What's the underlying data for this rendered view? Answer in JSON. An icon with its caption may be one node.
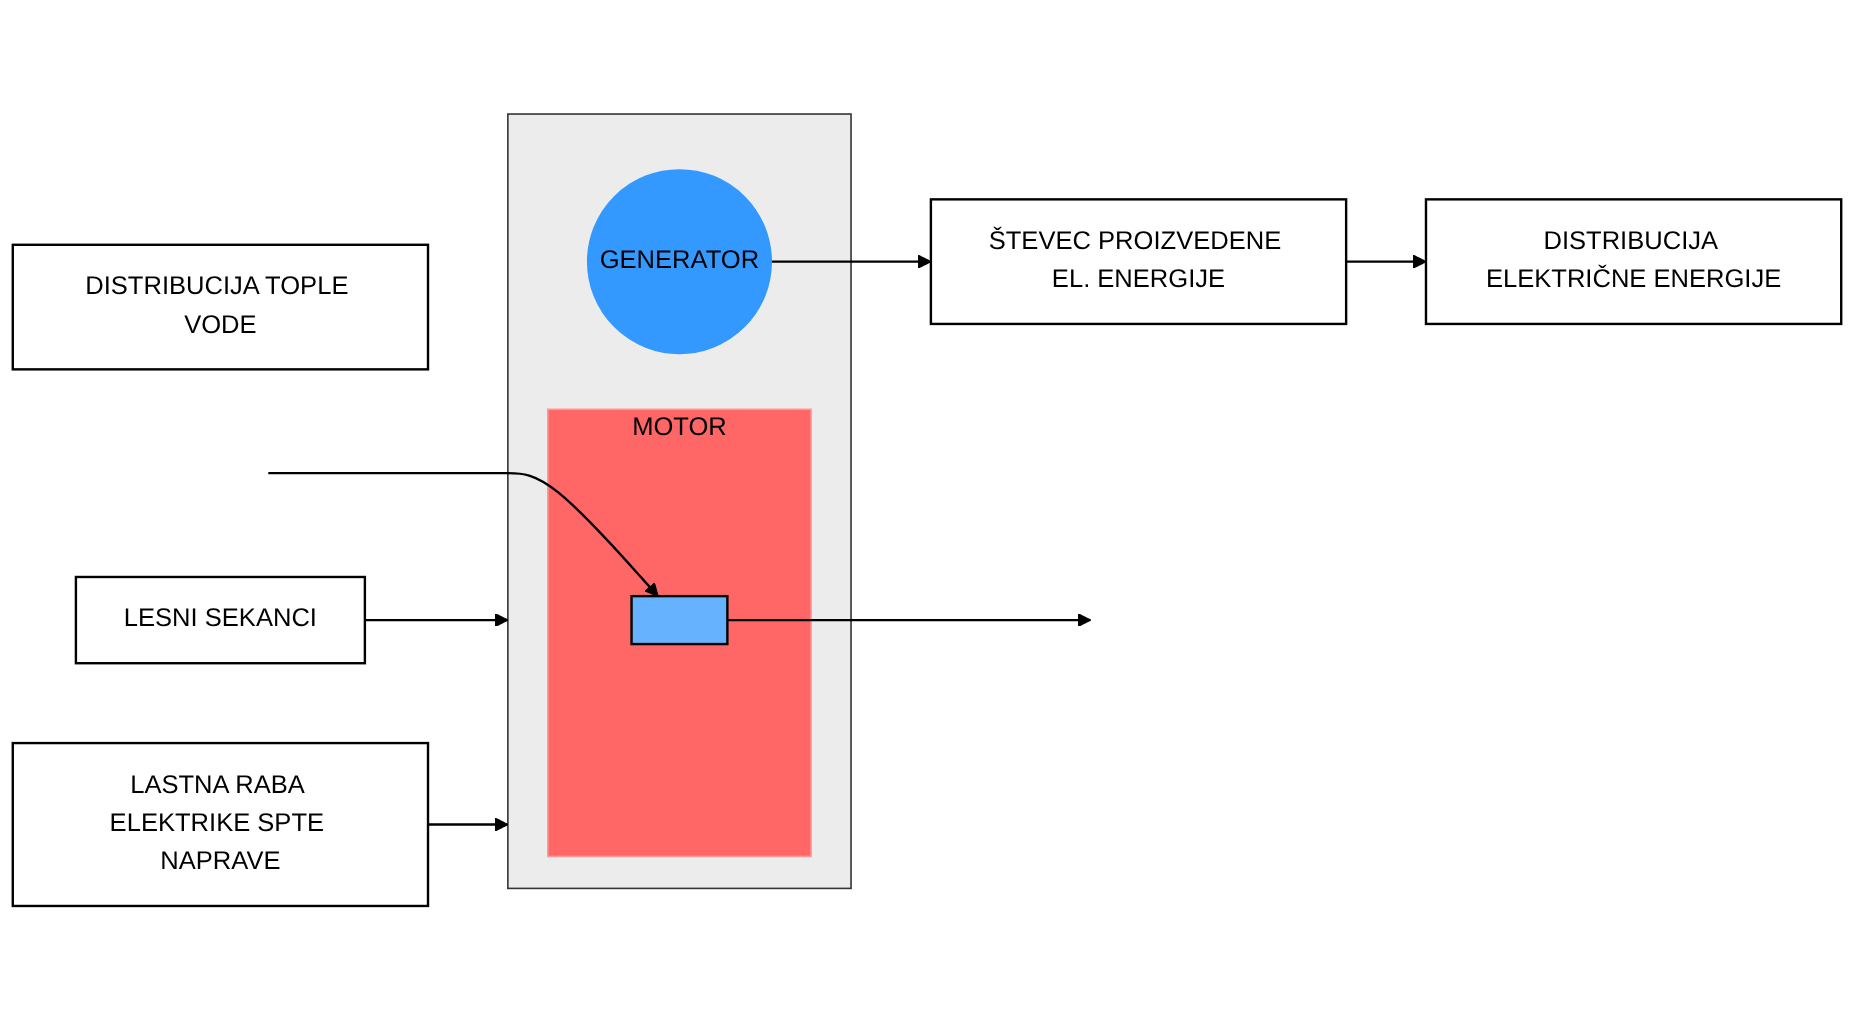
{
  "diagram": {
    "nodes": [
      {
        "text": [
          "ŠTEVEC PROIZVEDENE EL. ENERGIJE"
        ]
      },
      {
        "text": [
          "DISTRIBUCIJA TOPLE VODE"
        ]
      },
      {
        "text": [],
        "shape": "box"
      },
      {
        "text": [
          "MOTOR"
        ],
        "in": 2
      },
      {
        "text": [],
        "shape": "box",
        "in": 3
      },
      {
        "text": [
          "GENERATOR"
        ],
        "in": 2
      },
      {
        "text": [
          "DISTRIBUCIJA ELEKTRIČNE ENERGIJE"
        ]
      },
      {
        "text": [
          "LASTNA RABA ELEKTRIKE SPTE NAPRAVE"
        ]
      },
      {
        "text": [
          "LESNI SEKANCI"
        ]
      }
    ],
    "edges": [
      {
        "from": null,
        "to": 4,
        "arrow": "to"
      },
      {
        "from": 4,
        "to": null,
        "arrow": "to"
      },
      {
        "from": 5,
        "to": 0,
        "arrow": "to"
      },
      {
        "from": 0,
        "to": 6,
        "arrow": "to"
      },
      {
        "from": 8,
        "to": 2,
        "arrow": "to"
      },
      {
        "from": 7,
        "to": 2,
        "arrow": "to"
      }
    ]
  }
}
